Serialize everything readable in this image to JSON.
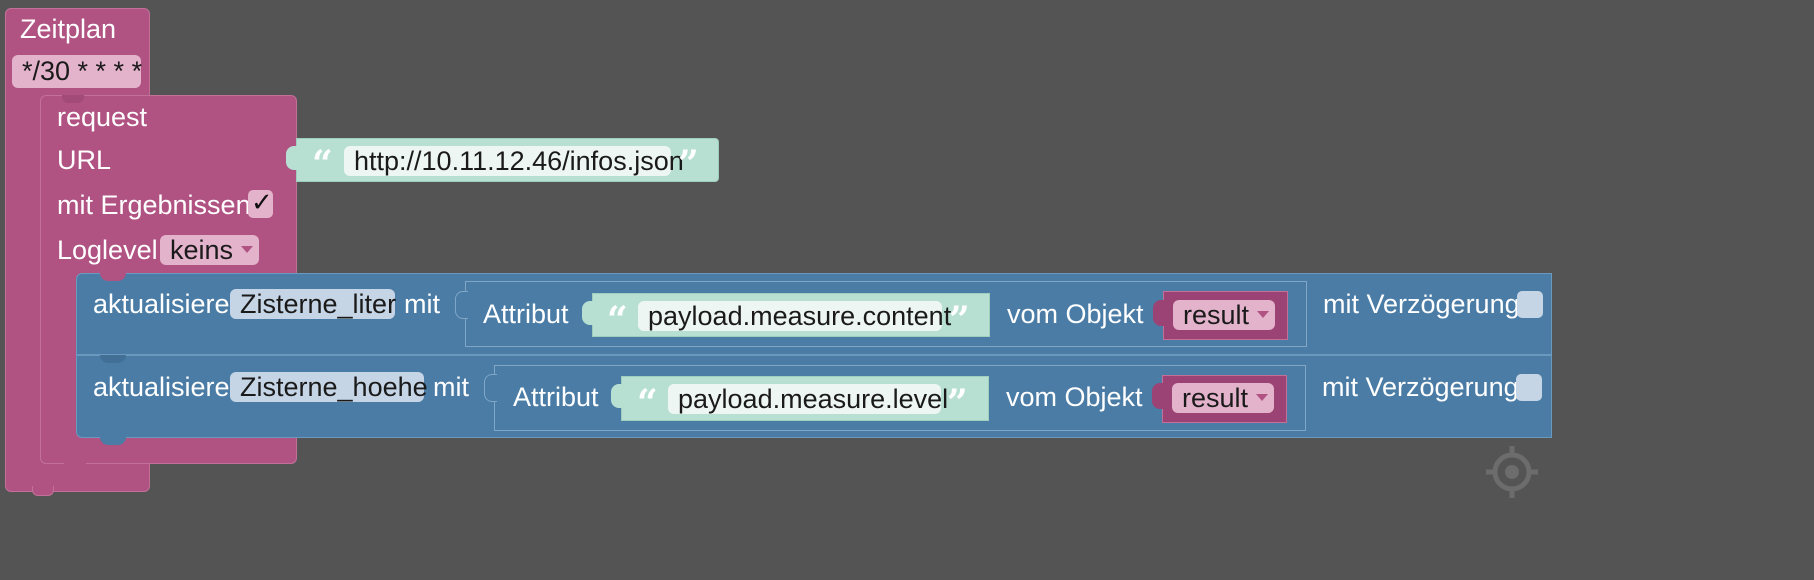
{
  "schedule_block": {
    "title": "Zeitplan",
    "cron": "*/30 * * * *"
  },
  "request_block": {
    "title": "request",
    "url_label": "URL",
    "url_value": "http://10.11.12.46/infos.json",
    "with_results_label": "mit Ergebnissen",
    "with_results_checked": true,
    "checkmark": "✓",
    "loglevel_label": "Loglevel",
    "loglevel_value": "keins"
  },
  "update_blocks": [
    {
      "label": "aktualisiere",
      "variable": "Zisterne_liter",
      "with_label": "mit",
      "attribute_label": "Attribut",
      "attribute_value": "payload.measure.content",
      "object_label": "vom Objekt",
      "object_value": "result",
      "delay_label": "mit Verzögerung",
      "delay_checked": false
    },
    {
      "label": "aktualisiere",
      "variable": "Zisterne_hoehe",
      "with_label": "mit",
      "attribute_label": "Attribut",
      "attribute_value": "payload.measure.level",
      "object_label": "vom Objekt",
      "object_value": "result",
      "delay_label": "mit Verzögerung",
      "delay_checked": false
    }
  ],
  "quotes": {
    "open": "“",
    "close": "”"
  },
  "colors": {
    "workspace": "#545454",
    "schedule_block": "#b05383",
    "update_block": "#4a7ca6",
    "text_block": "#b7e0d2"
  },
  "workspace_controls": {
    "recenter": "crosshair-icon"
  }
}
